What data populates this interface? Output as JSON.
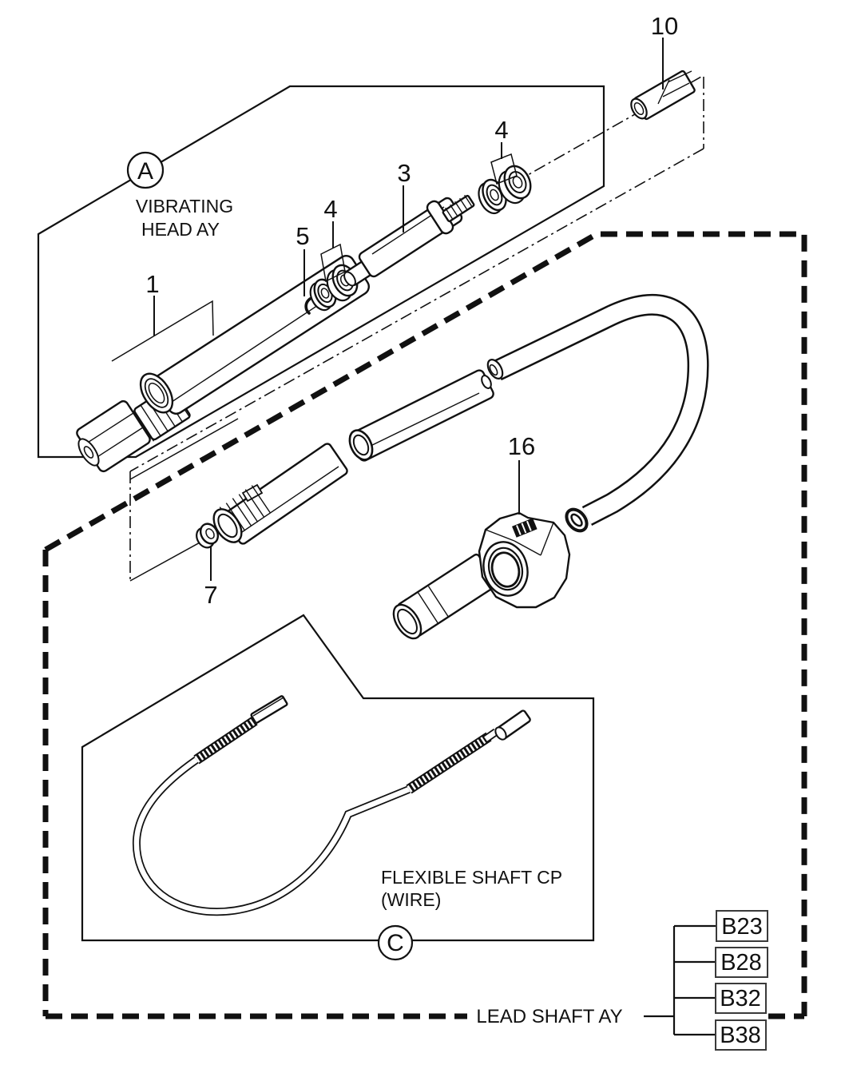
{
  "assemblies": {
    "vibrating_head": {
      "ref_letter": "A",
      "label_line1": "VIBRATING",
      "label_line2": "HEAD AY"
    },
    "flexible_shaft": {
      "ref_letter": "C",
      "label_line1": "FLEXIBLE SHAFT CP",
      "label_line2": "(WIRE)"
    },
    "lead_shaft": {
      "label": "LEAD SHAFT AY"
    }
  },
  "part_numbers": {
    "head_tube": "1",
    "shaft": "3",
    "bearing_left": "4",
    "bearing_right": "4",
    "clip": "5",
    "nut": "7",
    "adapter": "10",
    "coupler": "16"
  },
  "ref_codes": [
    "B23",
    "B28",
    "B32",
    "B38"
  ],
  "colors": {
    "line": "#111111",
    "background": "#ffffff"
  }
}
